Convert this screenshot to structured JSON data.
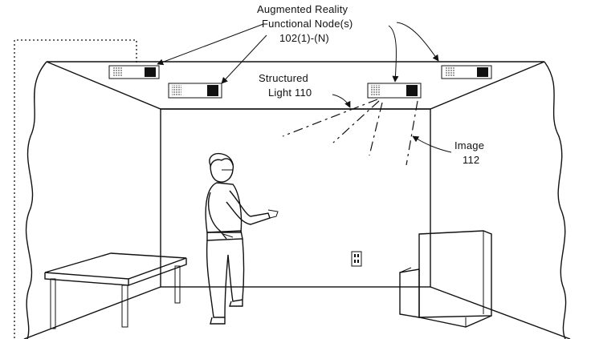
{
  "labels": {
    "ar_nodes_line1": "Augmented Reality",
    "ar_nodes_line2": "Functional Node(s)",
    "ar_nodes_line3": "102(1)-(N)",
    "structured_light_line1": "Structured",
    "structured_light_line2": "Light 110",
    "image_line1": "Image",
    "image_line2": "112"
  },
  "colors": {
    "ink": "#111111",
    "paper": "#ffffff"
  }
}
